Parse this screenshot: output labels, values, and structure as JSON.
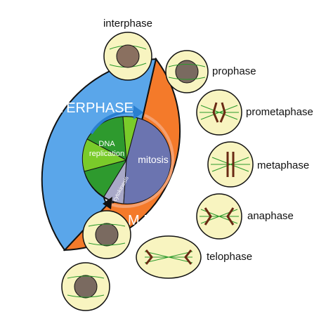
{
  "labels": {
    "interphase_top": "interphase",
    "interphase_big": "INTERPHASE",
    "m_phase_big": "M PHASE",
    "dna_line1": "DNA",
    "dna_line2": "replication",
    "mitosis": "mitosis",
    "cytokinesis": "cytokinesis",
    "prophase": "prophase",
    "prometaphase": "prometaphase",
    "metaphase": "metaphase",
    "anaphase": "anaphase",
    "telophase": "telophase"
  },
  "colors": {
    "interphase_blue": "#5aa6ea",
    "m_phase_orange": "#f47a2a",
    "dna_green_dark": "#2e9a2e",
    "dna_green_light": "#7acb2a",
    "mitosis_purple": "#6b74b0",
    "cytokinesis_grey": "#a9a9c8",
    "cell_fill": "#f8f4c0",
    "spindle": "#2b9a2b",
    "chromosome": "#6a2a14",
    "nucleus": "#8a7060"
  }
}
